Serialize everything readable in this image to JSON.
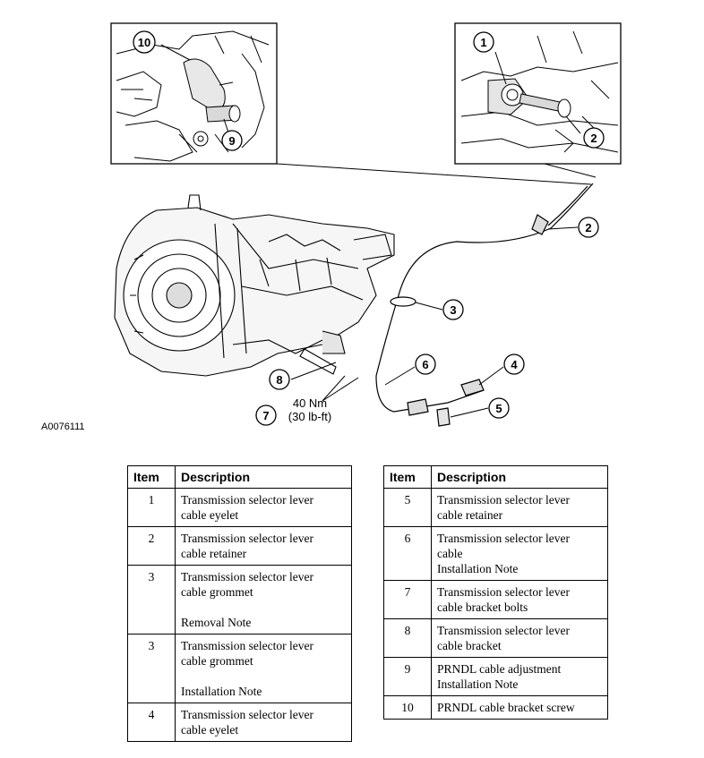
{
  "figure": {
    "code": "A0076111",
    "callouts": {
      "c1": "1",
      "c2a": "2",
      "c2b": "2",
      "c3": "3",
      "c4": "4",
      "c5": "5",
      "c6": "6",
      "c7": "7",
      "c8": "8",
      "c9": "9",
      "c10": "10"
    },
    "torque_line1": "40 Nm",
    "torque_line2": "(30 lb-ft)"
  },
  "left_table": {
    "headers": {
      "item": "Item",
      "description": "Description"
    },
    "rows": [
      {
        "item": "1",
        "desc_a": "Transmission selector lever",
        "desc_b": "cable eyelet"
      },
      {
        "item": "2",
        "desc_a": "Transmission selector lever",
        "desc_b": "cable retainer"
      },
      {
        "item": "3",
        "desc_a": "Transmission selector lever",
        "desc_b": "cable grommet",
        "note": "Removal Note"
      },
      {
        "item": "3",
        "desc_a": "Transmission selector lever",
        "desc_b": "cable grommet",
        "note": "Installation Note"
      },
      {
        "item": "4",
        "desc_a": "Transmission selector lever",
        "desc_b": "cable eyelet"
      }
    ]
  },
  "right_table": {
    "headers": {
      "item": "Item",
      "description": "Description"
    },
    "rows": [
      {
        "item": "5",
        "desc_a": "Transmission selector lever",
        "desc_b": "cable retainer"
      },
      {
        "item": "6",
        "desc_a": "Transmission selector lever",
        "desc_b": "cable",
        "desc_c": "Installation Note"
      },
      {
        "item": "7",
        "desc_a": "Transmission selector lever",
        "desc_b": "cable bracket bolts"
      },
      {
        "item": "8",
        "desc_a": "Transmission selector lever",
        "desc_b": "cable bracket"
      },
      {
        "item": "9",
        "desc_a": "PRNDL cable adjustment",
        "desc_b": "Installation Note"
      },
      {
        "item": "10",
        "desc_a": "PRNDL cable bracket screw"
      }
    ]
  }
}
